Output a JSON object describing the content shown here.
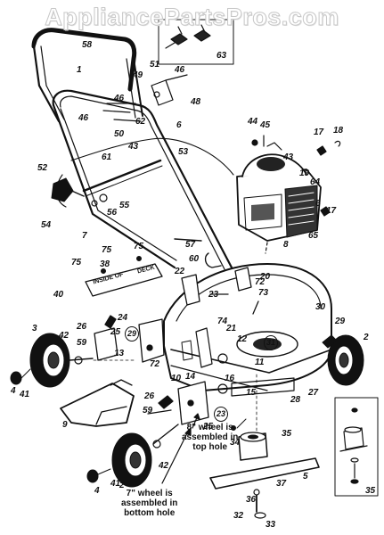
{
  "watermark": "AppliancePartsPros.com",
  "deck_label": {
    "left": "INSIDE OF",
    "right": "DECK"
  },
  "notes": {
    "top_hole": [
      "8\" wheel is",
      "assembled in",
      "top hole"
    ],
    "bottom_hole": [
      "7\" wheel is",
      "assembled in",
      "bottom hole"
    ]
  },
  "parts": {
    "p58": "58",
    "p63": "63",
    "p1": "1",
    "p51": "51",
    "p46a": "46",
    "p49": "49",
    "p48": "48",
    "p46b": "46",
    "p46c": "46",
    "p50": "50",
    "p62": "62",
    "p6a": "6",
    "p43a": "43",
    "p53": "53",
    "p52": "52",
    "p61": "61",
    "p44": "44",
    "p45": "45",
    "p43b": "43",
    "p17a": "17",
    "p18": "18",
    "p19": "19",
    "p64": "64",
    "p6b": "6",
    "p17b": "17",
    "p65": "65",
    "p8": "8",
    "p54": "54",
    "p56": "56",
    "p55": "55",
    "p7": "7",
    "p75a": "75",
    "p75b": "75",
    "p38": "38",
    "p57": "57",
    "p60": "60",
    "p40": "40",
    "p22": "22",
    "p20": "20",
    "p72a": "72",
    "p73": "73",
    "p23a": "23",
    "p30": "30",
    "p24": "24",
    "p74": "74",
    "p29a": "29",
    "p29b": "29",
    "p3": "3",
    "p26a": "26",
    "p42a": "42",
    "p59a": "59",
    "p25a": "25",
    "p21": "21",
    "p12": "12",
    "p31": "31",
    "p2a": "2",
    "p13": "13",
    "p72b": "72",
    "p11": "11",
    "p16": "16",
    "p10": "10",
    "p14": "14",
    "p15": "15",
    "p4a": "4",
    "p41a": "41",
    "p26b": "26",
    "p23b": "23",
    "p28": "28",
    "p27": "27",
    "p9": "9",
    "p59b": "59",
    "p25b": "25",
    "p34": "34",
    "p35a": "35",
    "p42b": "42",
    "p2b": "2",
    "p5": "5",
    "p4b": "4",
    "p41b": "41",
    "p37": "37",
    "p36": "36",
    "p32": "32",
    "p33": "33",
    "p35b": "35"
  }
}
